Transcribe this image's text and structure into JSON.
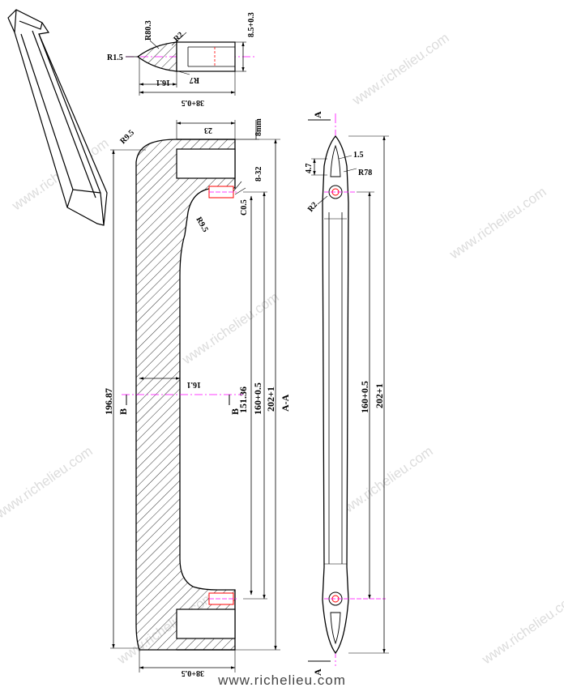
{
  "watermark_text": "www.richelieu.com",
  "footer_url": "www.richelieu.com",
  "colors": {
    "outline": "#000000",
    "centerline": "#ff00ff",
    "hole": "#ff0000",
    "watermark": "#dcdcdc"
  },
  "top_profile": {
    "r80_3": "R80.3",
    "r2": "R2",
    "thickness": "8.5+0.3",
    "r1_5": "R1.5",
    "r7": "R7",
    "length_16_1": "16.1",
    "length_total": "38+0.5"
  },
  "section_view": {
    "r9_5_top": "R9.5",
    "width_23": "23",
    "depth_8mm": "8mm",
    "thread": "8-32",
    "chamfer": "C0.5",
    "r9_5_inner": "R9.5",
    "middle_16_1": "16.1",
    "dim_196_87": "196.87",
    "dim_151_36": "151.36",
    "dim_160": "160+0.5",
    "dim_202": "202+1",
    "section_label": "A-A",
    "cut_b_left": "B",
    "cut_b_right": "B",
    "bottom_38": "38+0.5"
  },
  "side_view": {
    "cut_a_top": "A",
    "cut_a_bottom": "A",
    "dim_1_5": "1.5",
    "dim_4_7": "4.7",
    "r78": "R78",
    "r2": "R2",
    "dim_160": "160+0.5",
    "dim_202": "202+1"
  }
}
